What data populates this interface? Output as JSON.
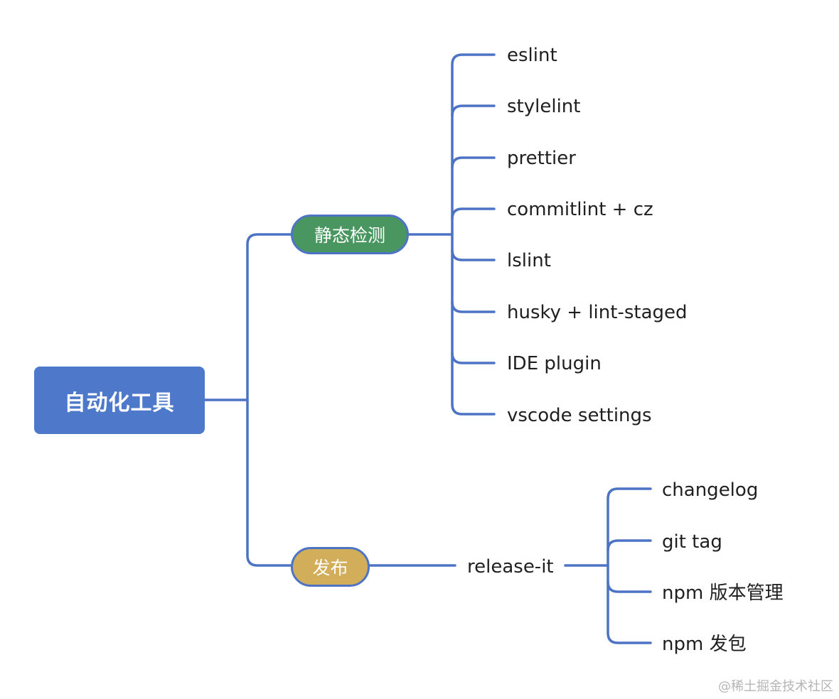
{
  "root": {
    "label": "自动化工具"
  },
  "branches": [
    {
      "label": "静态检测",
      "color": "#4a9660",
      "children": [
        "eslint",
        "stylelint",
        "prettier",
        "commitlint + cz",
        "lslint",
        "husky + lint-staged",
        "IDE plugin",
        "vscode settings"
      ]
    },
    {
      "label": "发布",
      "color": "#d2ae5a",
      "child": "release-it",
      "grandchildren": [
        "changelog",
        "git tag",
        "npm 版本管理",
        "npm 发包"
      ]
    }
  ],
  "connector_color": "#4d73c4",
  "root_color": "#4e78c9",
  "watermark": "@稀土掘金技术社区"
}
